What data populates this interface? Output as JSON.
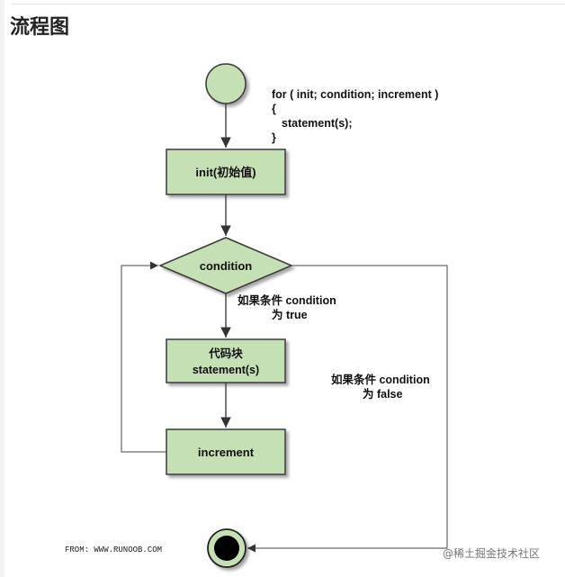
{
  "heading": "流程图",
  "code": {
    "line1": "for ( init; condition; increment )",
    "line2": "{",
    "line3": "statement(s);",
    "line4": "}"
  },
  "nodes": {
    "init": "init(初始值)",
    "condition": "condition",
    "block_line1": "代码块",
    "block_line2": "statement(s)",
    "increment": "increment"
  },
  "labels": {
    "true_line1": "如果条件 condition",
    "true_line2": "为 true",
    "false_line1": "如果条件 condition",
    "false_line2": "为 false"
  },
  "source": "FROM: WWW.RUNOOB.COM",
  "watermark": "@稀土掘金技术社区",
  "colors": {
    "node_fill": "#c5e0b4",
    "node_stroke": "#3b3b3b",
    "circle_fill": "#c5e0b4"
  }
}
